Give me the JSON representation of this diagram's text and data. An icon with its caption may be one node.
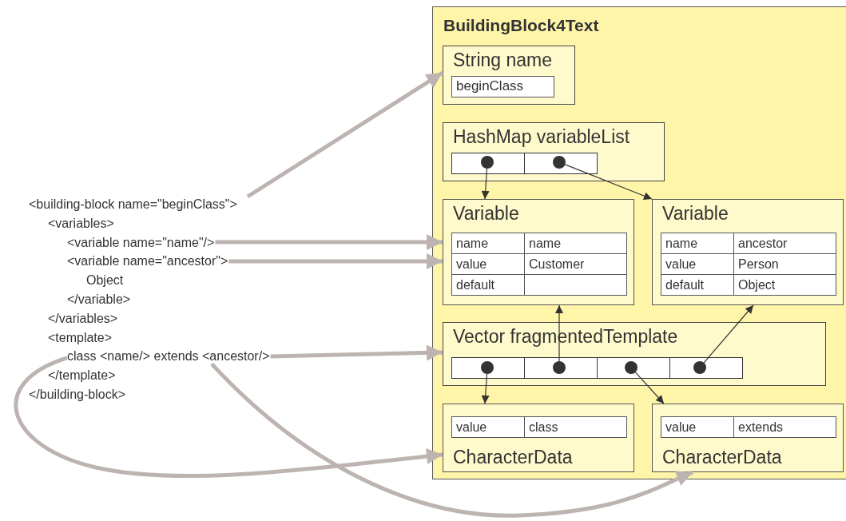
{
  "diagram": {
    "nodes": [
      {
        "text": [
          "BuildingBlock4Text"
        ]
      },
      {
        "text": [
          "String name"
        ],
        "in": 0
      },
      {
        "text": [
          "beginClass"
        ],
        "in": 1
      },
      {
        "text": [
          "HashMap variableList"
        ],
        "in": 0
      },
      {
        "text": [],
        "shape": "box",
        "in": 3
      },
      {
        "text": [],
        "shape": "circle",
        "in": 4
      },
      {
        "text": [],
        "shape": "box",
        "in": 3
      },
      {
        "text": [],
        "shape": "circle",
        "in": 6
      },
      {
        "text": [
          "Variable",
          "name",
          "name",
          "value",
          "Customer",
          "default"
        ],
        "in": 0
      },
      {
        "text": [
          "Variable",
          "name",
          "ancestor",
          "value",
          "Person",
          "default",
          "Object"
        ],
        "in": 0
      },
      {
        "text": [
          "Vector fragmentedTemplate"
        ],
        "in": 0
      },
      {
        "text": [],
        "shape": "box",
        "in": 10
      },
      {
        "text": [],
        "shape": "circle",
        "in": 11
      },
      {
        "text": [],
        "shape": "box",
        "in": 10
      },
      {
        "text": [],
        "shape": "circle",
        "in": 13
      },
      {
        "text": [],
        "shape": "box",
        "in": 10
      },
      {
        "text": [],
        "shape": "circle",
        "in": 15
      },
      {
        "text": [],
        "shape": "box",
        "in": 10
      },
      {
        "text": [],
        "shape": "circle",
        "in": 17
      },
      {
        "text": [
          "value",
          "class",
          "CharacterData"
        ],
        "in": 0
      },
      {
        "text": [
          "value",
          "extends",
          "CharacterData"
        ],
        "in": 0
      },
      {
        "text": [
          "<building-block name=\"beginClass\">"
        ]
      },
      {
        "text": [
          "<variable name=\"name\"/>"
        ]
      },
      {
        "text": [
          "<variable name=\"ancestor\">"
        ]
      },
      {
        "text": [
          "class <name/> extends <ancestor/>"
        ]
      }
    ],
    "edges": [
      {
        "from": 5,
        "to": 8,
        "arrow": "to"
      },
      {
        "from": 7,
        "to": 9,
        "arrow": "to"
      },
      {
        "from": 14,
        "to": 8,
        "arrow": "to"
      },
      {
        "from": 18,
        "to": 9,
        "arrow": "to"
      },
      {
        "from": 12,
        "to": 19,
        "arrow": "to"
      },
      {
        "from": 16,
        "to": 20,
        "arrow": "to"
      },
      {
        "from": 21,
        "to": 1,
        "arrow": "to",
        "style": "thick",
        "color": "#bdb4b1"
      },
      {
        "from": 22,
        "to": 8,
        "arrow": "to",
        "style": "thick",
        "color": "#bdb4b1"
      },
      {
        "from": 23,
        "to": 8,
        "arrow": "to",
        "style": "thick",
        "color": "#bdb4b1"
      },
      {
        "from": 24,
        "to": 10,
        "arrow": "to",
        "style": "thick",
        "color": "#bdb4b1"
      },
      {
        "from": 24,
        "to": 19,
        "arrow": "to",
        "style": "thick",
        "color": "#bdb4b1"
      },
      {
        "from": 24,
        "to": 20,
        "arrow": "to",
        "style": "thick",
        "color": "#bdb4b1"
      }
    ],
    "labels": [
      "<variables>",
      "Object",
      "</variable>",
      "</variables>",
      "<template>",
      "</template>",
      "</building-block>"
    ]
  }
}
